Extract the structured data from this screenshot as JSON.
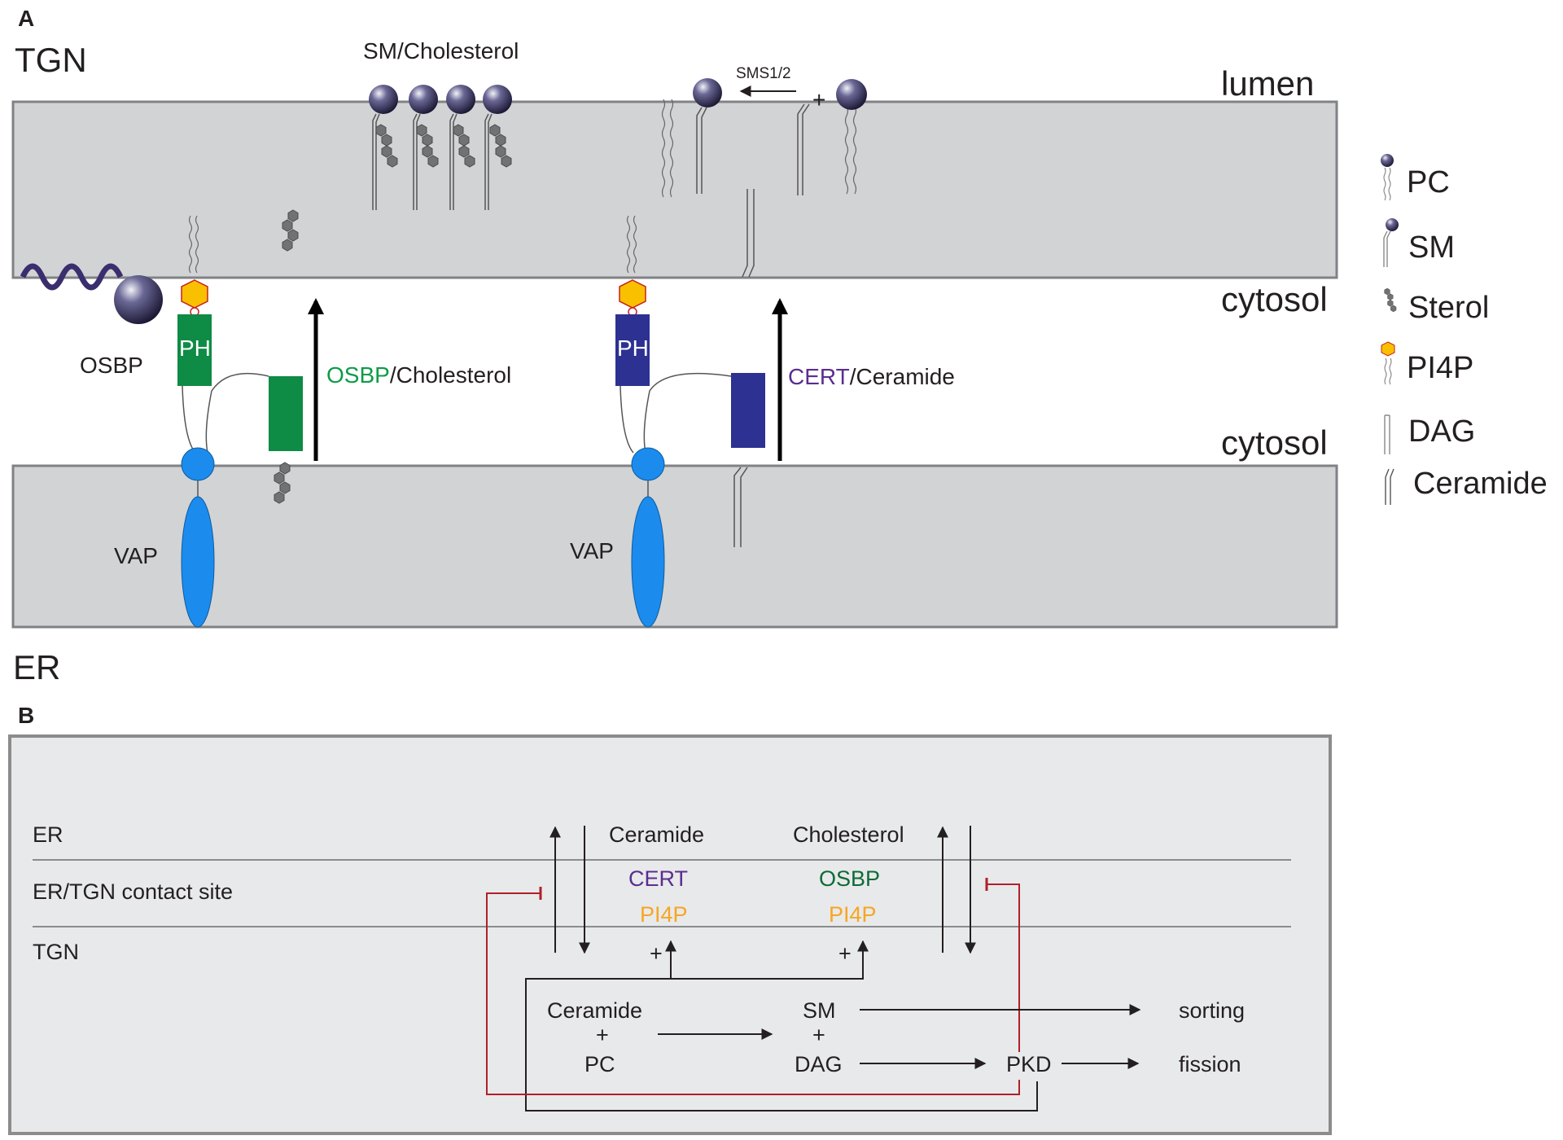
{
  "colors": {
    "membrane": "#d2d3d5",
    "membrane_border": "#808285",
    "panel_bg": "#e8e9ea",
    "panel_border": "#8c8c8c",
    "osbp_green": "#0e8b44",
    "cert_blue": "#2d3192",
    "vap_blue": "#1b8cee",
    "pi4p_yellow": "#f9c000",
    "pi4p_text": "#f6a623",
    "cert_text": "#5b2d91",
    "osbp_text_a": "#0e9b48",
    "osbp_text_b": "#0d6b35",
    "inhibit_red": "#b0202a",
    "sterol_gray": "#707274",
    "head_dark": "#1f1c3f"
  },
  "panel_a": {
    "label": "A",
    "tgn": "TGN",
    "er": "ER",
    "lumen": "lumen",
    "cytosol_top": "cytosol",
    "cytosol_bottom": "cytosol",
    "sm_cholesterol": "SM/Cholesterol",
    "sms": "SMS1/2",
    "plus": "+",
    "osbp_label": "OSBP",
    "ph_left": "PH",
    "ph_right": "PH",
    "vap_left": "VAP",
    "vap_right": "VAP",
    "osbp_transfer_protein": "OSBP",
    "osbp_transfer_cargo": "/Cholesterol",
    "cert_transfer_protein": "CERT",
    "cert_transfer_cargo": "/Ceramide"
  },
  "legend": {
    "items": [
      {
        "label": "PC",
        "icon": "pc-icon"
      },
      {
        "label": "SM",
        "icon": "sm-icon"
      },
      {
        "label": "Sterol",
        "icon": "sterol-icon"
      },
      {
        "label": "PI4P",
        "icon": "pi4p-icon"
      },
      {
        "label": "DAG",
        "icon": "dag-icon"
      },
      {
        "label": "Ceramide",
        "icon": "ceramide-icon"
      }
    ]
  },
  "panel_b": {
    "label": "B",
    "row_er": "ER",
    "row_contact": "ER/TGN contact site",
    "row_tgn": "TGN",
    "ceramide_top": "Ceramide",
    "cholesterol_top": "Cholesterol",
    "cert": "CERT",
    "osbp": "OSBP",
    "pi4p_left": "PI4P",
    "pi4p_right": "PI4P",
    "plus_left": "+",
    "plus_right": "+",
    "ceramide": "Ceramide",
    "plus_cer": "+",
    "pc": "PC",
    "sm": "SM",
    "plus_sm": "+",
    "dag": "DAG",
    "pkd": "PKD",
    "sorting": "sorting",
    "fission": "fission"
  }
}
